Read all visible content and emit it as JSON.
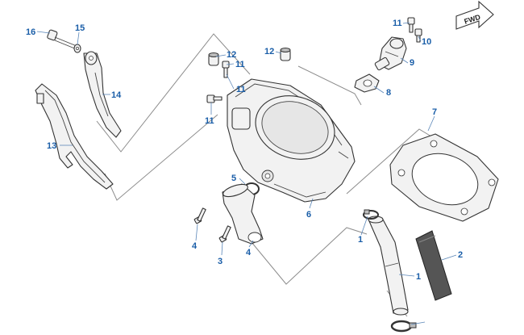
{
  "fwd_badge": {
    "label": "FWD"
  },
  "callouts": [
    {
      "id": "c16",
      "number": "16"
    },
    {
      "id": "c15",
      "number": "15"
    },
    {
      "id": "c14",
      "number": "14"
    },
    {
      "id": "c13",
      "number": "13"
    },
    {
      "id": "c12a",
      "number": "12"
    },
    {
      "id": "c12b",
      "number": "12"
    },
    {
      "id": "c11a",
      "number": "11"
    },
    {
      "id": "c11b",
      "number": "11"
    },
    {
      "id": "c11c",
      "number": "11"
    },
    {
      "id": "c11d",
      "number": "11"
    },
    {
      "id": "c10",
      "number": "10"
    },
    {
      "id": "c9",
      "number": "9"
    },
    {
      "id": "c8",
      "number": "8"
    },
    {
      "id": "c7",
      "number": "7"
    },
    {
      "id": "c6",
      "number": "6"
    },
    {
      "id": "c5",
      "number": "5"
    },
    {
      "id": "c4a",
      "number": "4"
    },
    {
      "id": "c4b",
      "number": "4"
    },
    {
      "id": "c3",
      "number": "3"
    },
    {
      "id": "c2",
      "number": "2"
    },
    {
      "id": "c1a",
      "number": "1"
    },
    {
      "id": "c1b",
      "number": "1"
    }
  ]
}
